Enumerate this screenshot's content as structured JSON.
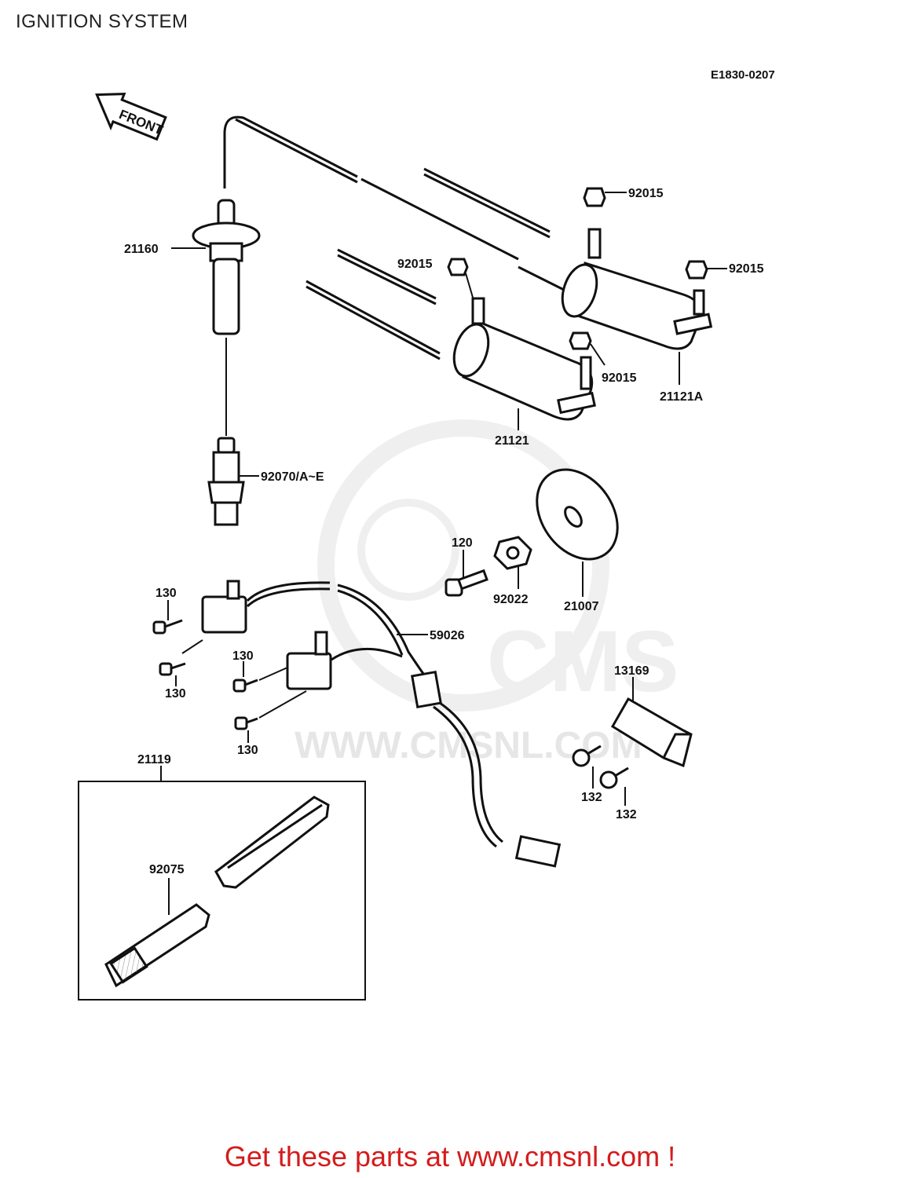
{
  "page": {
    "title": "IGNITION SYSTEM"
  },
  "diagram": {
    "code": "E1830-0207",
    "front_label": "FRONT",
    "watermark": "WWW.CMSNL.COM",
    "callouts": {
      "ignition_coil_left": "21121",
      "ignition_coil_right": "21121A",
      "nut_coil_top_left": "92015",
      "nut_coil_top_right": "92015",
      "nut_coil_right_side": "92015",
      "nut_coil_left_side": "92015",
      "plug_cap": "21160",
      "spark_plug": "92070/A~E",
      "bolt_timing": "120",
      "nut_timing": "92022",
      "timing_plate": "21007",
      "wiring_harness": "59026",
      "bolt_130_a": "130",
      "bolt_130_b": "130",
      "bolt_130_c": "130",
      "bolt_130_d": "130",
      "cover": "13169",
      "bolt_132_a": "132",
      "bolt_132_b": "132",
      "kit_box": "21119",
      "kit_part": "92075"
    }
  },
  "footer": {
    "text": "Get these parts at www.cmsnl.com !"
  },
  "colors": {
    "footer": "#d41c1c",
    "line": "#111111",
    "watermark": "#e6e6e6"
  }
}
